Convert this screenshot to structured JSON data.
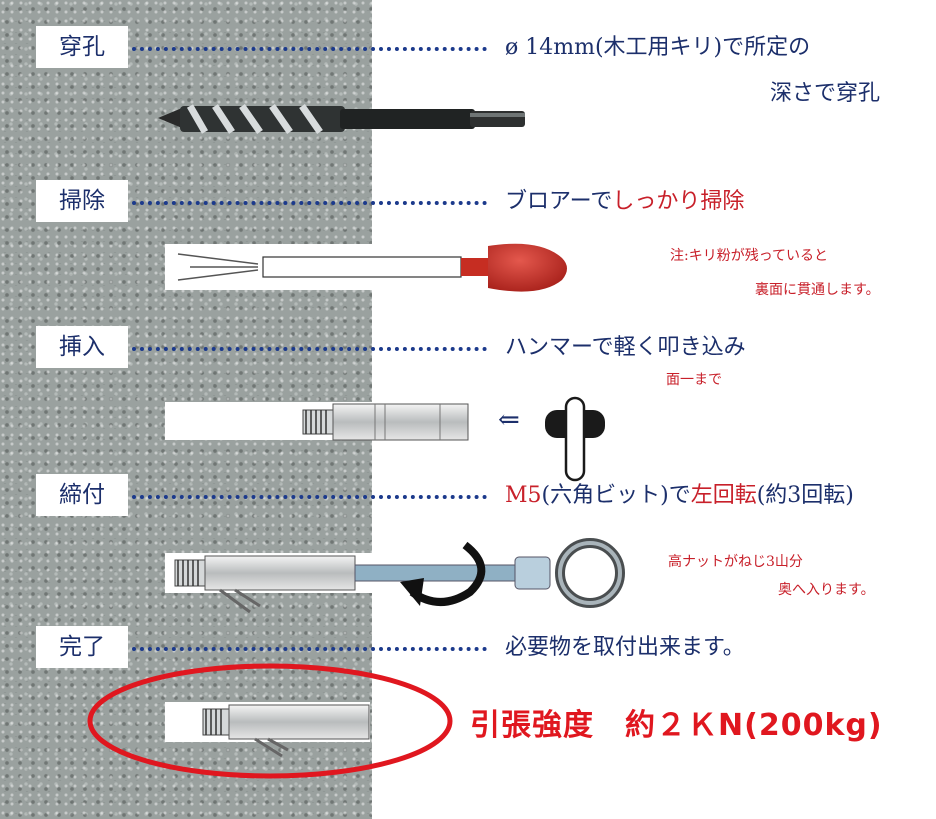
{
  "steps": [
    {
      "label": "穿孔",
      "desc_line1": "ø 14mm(木工用キリ)で所定の",
      "desc_line2": "深さで穿孔"
    },
    {
      "label": "掃除",
      "desc_plain": "ブロアーで",
      "desc_red": "しっかり掃除",
      "note_line1": "注:キリ粉が残っていると",
      "note_line2": "裏面に貫通します。"
    },
    {
      "label": "挿入",
      "desc": "ハンマーで軽く叩き込み",
      "note": "面一まで"
    },
    {
      "label": "締付",
      "desc_red1": "M5",
      "desc_mid": "(六角ビット)で",
      "desc_red2": "左回転",
      "desc_end": "(約3回転)",
      "note_line1": "高ナットがねじ3山分",
      "note_line2": "奥へ入ります。"
    },
    {
      "label": "完了",
      "desc": "必要物を取付出来ます。"
    }
  ],
  "strength": "引張強度　約２ＫN(200kg)",
  "arrow_symbol": "⇐",
  "colors": {
    "navy": "#1c2f6b",
    "red": "#c8202a",
    "wall": "#9aa19f"
  }
}
